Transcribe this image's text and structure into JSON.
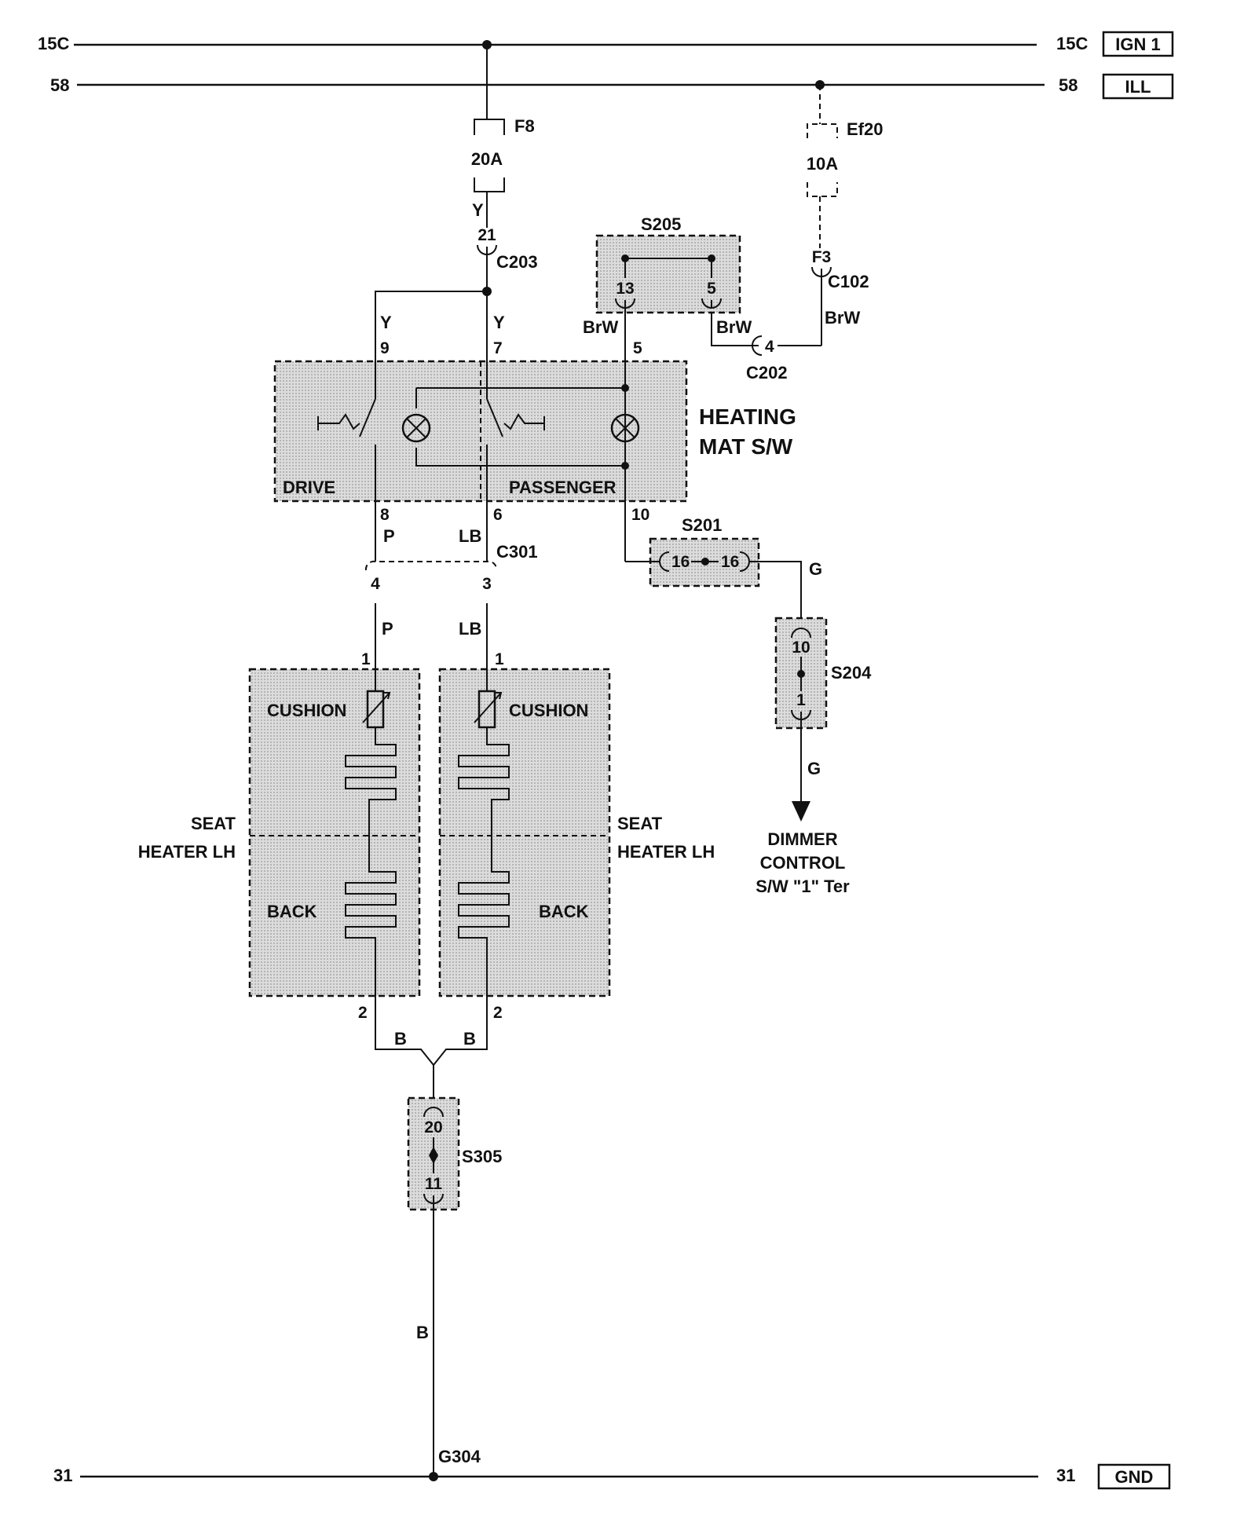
{
  "rails": {
    "ign": {
      "left": "15C",
      "right": "15C",
      "tag": "IGN 1"
    },
    "ill": {
      "left": "58",
      "right": "58",
      "tag": "ILL"
    },
    "gnd": {
      "left": "31",
      "right": "31",
      "tag": "GND"
    }
  },
  "fuses": {
    "f8": {
      "name": "F8",
      "rating": "20A",
      "wire": "Y"
    },
    "ef20": {
      "name": "Ef20",
      "rating": "10A"
    }
  },
  "connectors": {
    "c203": {
      "name": "C203",
      "pin": "21"
    },
    "c102": {
      "name": "C102",
      "pin": "F3",
      "wire": "BrW"
    },
    "c202": {
      "name": "C202",
      "pin": "4"
    },
    "s205": {
      "name": "S205",
      "pin_a": "13",
      "pin_b": "5",
      "wire_a": "BrW",
      "wire_b": "BrW"
    },
    "c301": {
      "name": "C301",
      "pin_p": "4",
      "pin_lb": "3"
    },
    "s201": {
      "name": "S201",
      "pin_a": "16",
      "pin_b": "16",
      "wire": "G"
    },
    "s204": {
      "name": "S204",
      "pin_a": "10",
      "pin_b": "1",
      "wire": "G"
    },
    "s305": {
      "name": "S305",
      "pin_a": "20",
      "pin_b": "11"
    },
    "g304": {
      "name": "G304",
      "wire": "B"
    }
  },
  "heating_switch": {
    "title_line1": "HEATING",
    "title_line2": "MAT S/W",
    "drive_label": "DRIVE",
    "passenger_label": "PASSENGER",
    "pins": {
      "p9": "9",
      "p7": "7",
      "p5": "5",
      "p8": "8",
      "p6": "6",
      "p10": "10"
    },
    "wires": {
      "w9": "Y",
      "w7": "Y",
      "w8": "P",
      "w6": "LB"
    }
  },
  "seat_heaters": {
    "left": {
      "line1": "SEAT",
      "line2": "HEATER LH",
      "cushion": "CUSHION",
      "back": "BACK",
      "pin1": "1",
      "pin2": "2",
      "wire_in": "P",
      "wire_out": "B"
    },
    "right": {
      "line1": "SEAT",
      "line2": "HEATER LH",
      "cushion": "CUSHION",
      "back": "BACK",
      "pin1": "1",
      "pin2": "2",
      "wire_in": "LB",
      "wire_out": "B"
    }
  },
  "dimmer": {
    "line1": "DIMMER",
    "line2": "CONTROL",
    "line3": "S/W \"1\" Ter"
  }
}
